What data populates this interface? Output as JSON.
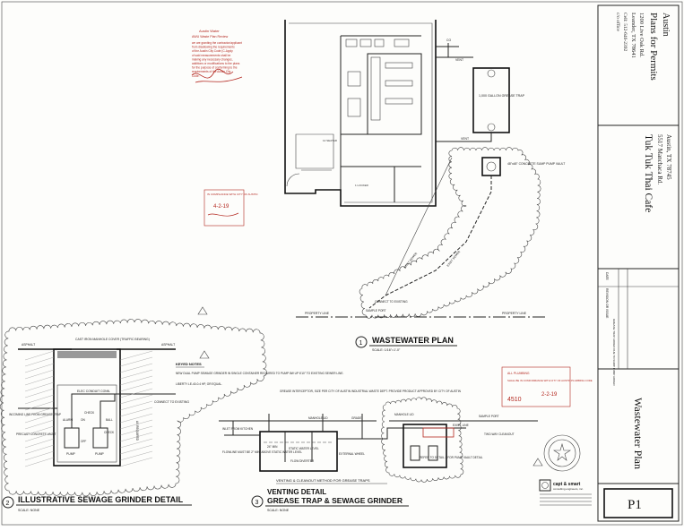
{
  "review_stamp": {
    "title": "Austin Water",
    "subtitle": "AWU Waste Plan Review",
    "lines": [
      "we are granting the contractor/applicant",
      "from disallowing the requirements",
      "of the Austin City Code (C-Apply",
      "of said measurements shall be",
      "making any necessary changes,",
      "additions or modifications to the plans",
      "for the purpose of conforming to the",
      "requirements of the Austin City",
      "Code."
    ]
  },
  "title_block": {
    "firm_name": "Austin",
    "firm_subtitle": "Plans for Permits",
    "firm_address_1": "1200 Live Oak Rd.",
    "firm_address_2": "Leander, TX 78641",
    "firm_phone": "Cell: 512-646-2392",
    "firm_extra": "c/o office",
    "project_name": "Tuk Tuk Thai Cafe",
    "project_address_1": "5517 Manchaca Rd.",
    "project_address_2": "Austin, TX 78745",
    "sheet_title": "Wastewater Plan",
    "sheet_number": "P1",
    "consultant": "capt & smart",
    "consultant_sub": "consulting engineers, inc.",
    "revision_label": "REVISION OR ISSUE",
    "date_label": "DATE",
    "revision_note": "GREASE TRAP ADDED DUE TO SUMP PUMP ADDED"
  },
  "plan": {
    "grease_trap_label": "1,000 GALLON GREASE TRAP",
    "sump_label": "48\"x48\" CONCRETE SUMP PUMP VAULT",
    "property_line": "PROPERTY LINE",
    "exist_sewer": "EXIST SEWER",
    "connect_label": "CONNECT TO EXISTING",
    "sample_port": "SAMPLE PORT",
    "cleanout": "CO",
    "vent": "VENT"
  },
  "detail_1": {
    "number": "1",
    "title": "WASTEWATER PLAN",
    "scale": "SCALE: 1/16\"=1'-0\""
  },
  "detail_2": {
    "number": "2",
    "title": "ILLUSTRATIVE SEWAGE GRINDER DETAIL",
    "scale": "SCALE: NONE",
    "asphalt_left": "ASPHALT",
    "asphalt_right": "ASPHALT",
    "manhole_cover": "CAST IRON MANHOLE COVER (TRAFFIC BEARING)",
    "keyed_notes_title": "KEYED NOTES",
    "keyed_note_1": "NEW DUAL PUMP SEWAGE GRINDER IN SINGLE CONTAINER REQUIRED TO PUMP 8W UP 6'10\" TO EXISTING SEWER LINE.",
    "keyed_note_2": "LIBERTY LE-40-0.4 HP, OR EQUAL.",
    "elec_conduit": "ELEC CONDUIT CONN.",
    "to_existing": "CONNECT TO EXISTING",
    "incoming": "INCOMING LINE FROM GREASE TRAP",
    "alarm": "ALARM",
    "check": "CHECK",
    "precast": "PRECAST CONCRETE VAULT",
    "pump": "PUMP",
    "off": "OFF",
    "on": "ON",
    "depth": "AS REQUIRED",
    "ball": "BALL"
  },
  "detail_3": {
    "number": "3",
    "title_line_1": "VENTING DETAIL",
    "title_line_2": "GREASE TRAP & SEWAGE GRINDER",
    "scale": "SCALE: NONE",
    "method_caption": "VENTING & CLEANOUT METHOD FOR GREASE TRAPS",
    "interceptor_note": "GREASE INTERCEPTOR, SIZE PER CITY OF AUSTIN INDUSTRIAL WASTE DEPT. PROVIDE PRODUCT APPROVED BY CITY OF AUSTIN",
    "inlet": "INLET FROM KITCHEN",
    "flowline": "FLOWLINE MUST BE 2\" MIN. ABOVE STATIC WATER LEVEL",
    "static": "STATIC WATER LEVEL",
    "flow_diverter": "FLOW DIVERTER",
    "external_wheel": "EXTERNAL WHEEL",
    "manhole_lid": "MANHOLE LID",
    "grade": "GRADE",
    "exist_line": "EXIST. LINE",
    "two_way": "TWO-WAY CLEANOUT",
    "refer": "REFER TO DETAIL 2 FOR PUMP VAULT DETAIL",
    "sample_port": "SAMPLE PORT",
    "dim_24": "24\" MIN"
  },
  "city_stamps": {
    "stamp_a": "IN COMPLIANCE WITH CITY OF AUSTIN",
    "stamp_a_date": "4-2-19",
    "stamp_b_title": "ALL PLUMBING",
    "stamp_b_text": "SHALL BE IN CONFORMANCE WITH CITY OF AUSTIN PLUMBING CODE",
    "stamp_b_date": "2-2-19",
    "stamp_b_number": "4510"
  },
  "colors": {
    "ink": "#222222",
    "red": "#b3261e",
    "paper": "#fdfdfb"
  }
}
